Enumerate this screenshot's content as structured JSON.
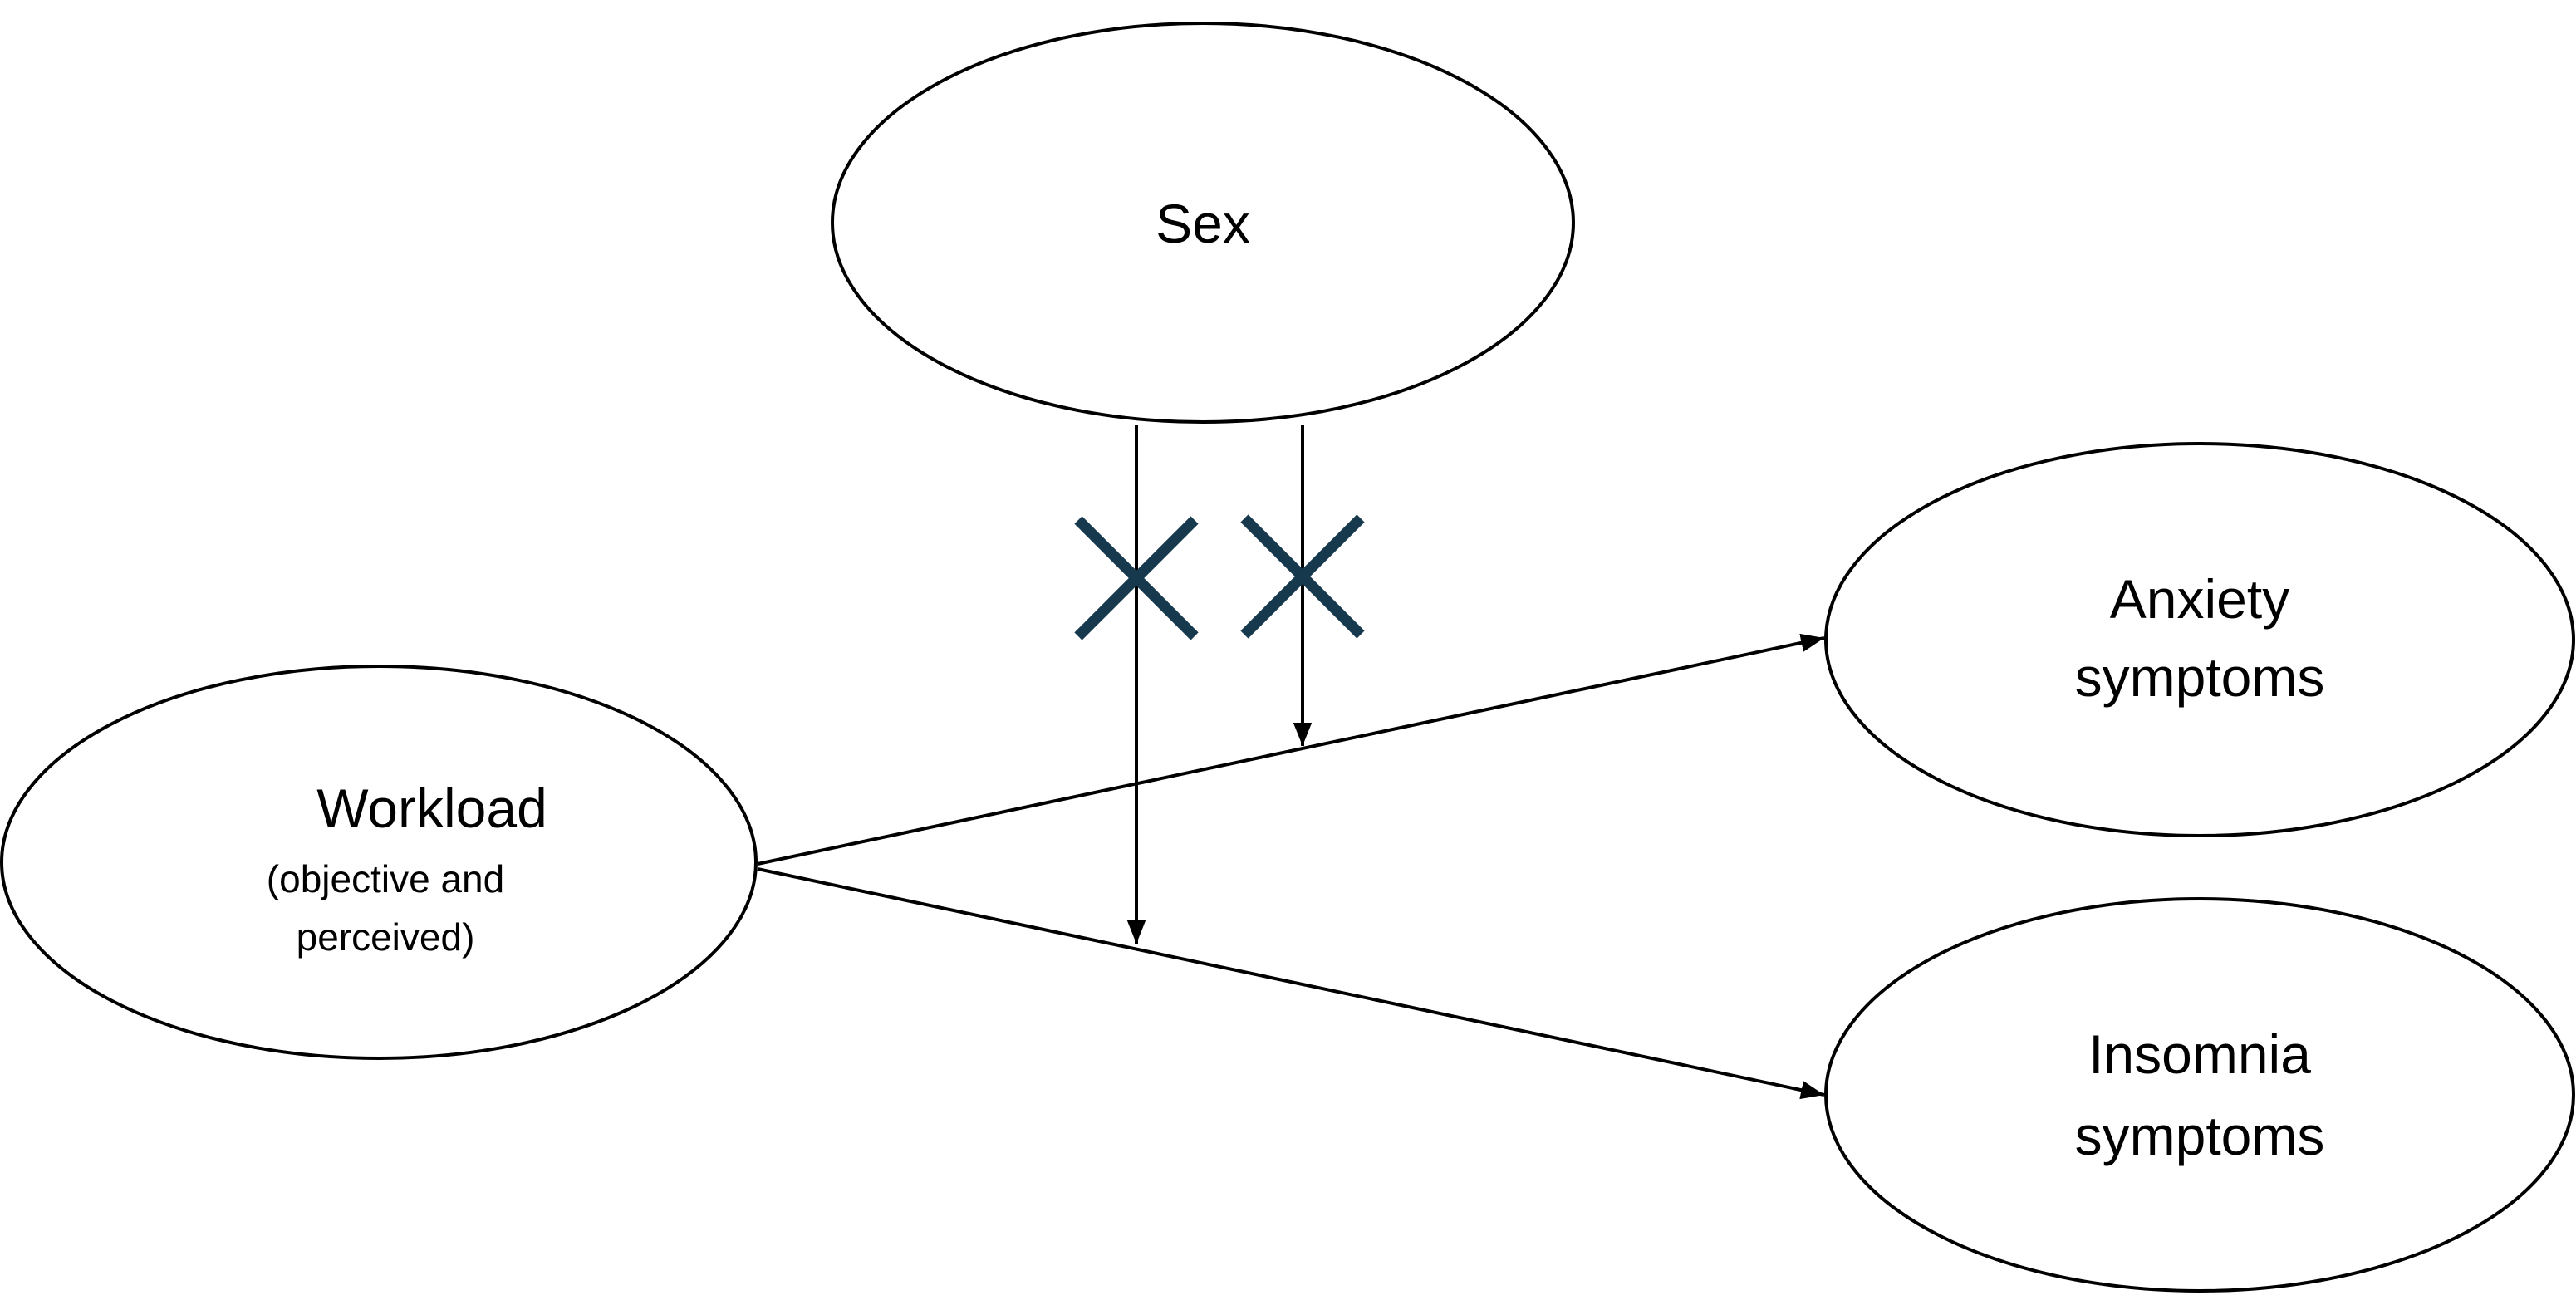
{
  "diagram": {
    "nodes": {
      "sex": {
        "label": "Sex"
      },
      "workload": {
        "label": "Workload",
        "sublabel_line1": "(objective and",
        "sublabel_line2": "perceived)"
      },
      "anxiety": {
        "label_line1": "Anxiety",
        "label_line2": "symptoms"
      },
      "insomnia": {
        "label_line1": "Insomnia",
        "label_line2": "symptoms"
      }
    },
    "edges": [
      {
        "from": "workload",
        "to": "anxiety",
        "type": "arrow"
      },
      {
        "from": "workload",
        "to": "insomnia",
        "type": "arrow"
      },
      {
        "from": "sex",
        "to": "workload-insomnia-path",
        "type": "moderation-arrow",
        "marked": "cross"
      },
      {
        "from": "sex",
        "to": "workload-anxiety-path",
        "type": "moderation-arrow",
        "marked": "cross"
      }
    ],
    "colors": {
      "stroke": "#000000",
      "cross": "#17394d",
      "background": "#ffffff"
    }
  }
}
